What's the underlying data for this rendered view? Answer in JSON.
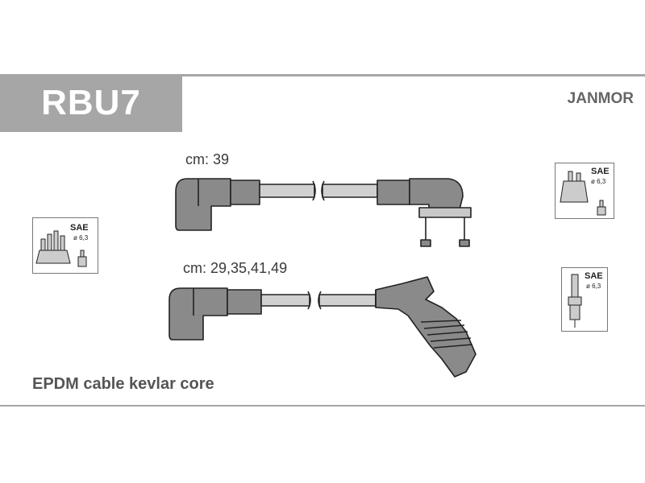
{
  "header": {
    "code": "RBU7",
    "brand": "JANMOR"
  },
  "cables": [
    {
      "length_label": "cm: 39"
    },
    {
      "length_label": "cm: 29,35,41,49"
    }
  ],
  "footer_note": "EPDM cable kevlar core",
  "connector_cards": [
    {
      "standard": "SAE",
      "diameter": "ø 6,3"
    },
    {
      "standard": "SAE",
      "diameter": "ø 6,3"
    },
    {
      "standard": "SAE",
      "diameter": "ø 6,3"
    }
  ],
  "colors": {
    "header_bg": "#a6a6a6",
    "boot_fill": "#8a8a8a",
    "cable_fill": "#d0d0d0",
    "outline": "#222222"
  }
}
